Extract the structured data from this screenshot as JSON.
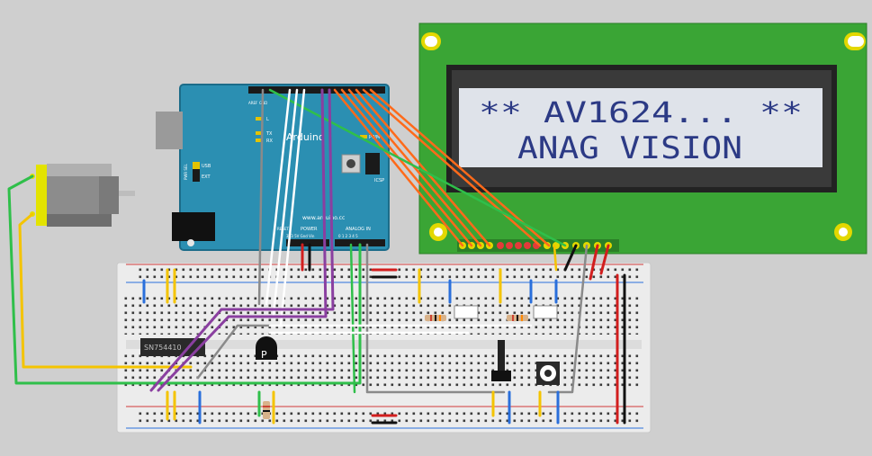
{
  "arduino": {
    "brand": "Arduino",
    "website": "www.arduino.cc",
    "labels": {
      "aref": "AREF",
      "gnd": "GND",
      "l": "L",
      "tx": "TX",
      "rx": "RX",
      "pwr_sel": "PWR SEL",
      "usb": "USB",
      "ext": "EXT",
      "pwm": "PWM",
      "icsp": "ICSP",
      "reset": "RESET",
      "power": "POWER",
      "analog_in": "ANALOG IN",
      "power_pins": "3V3 5V Gnd Vin",
      "analog_pins": "0 1 2 3 4 5"
    }
  },
  "lcd": {
    "line1": "** AV1624... **",
    "line2": "ANAG VISION",
    "colors": {
      "board": "#3aa535",
      "screen": "#dfe3ea",
      "text": "#2c3a85"
    }
  },
  "breadboard": {
    "ic_label": "SN754410",
    "transistor_label": "P"
  },
  "colors": {
    "wire_orange": "#ff6a1a",
    "wire_green": "#2fbf4a",
    "wire_yellow": "#f4c400",
    "wire_purple": "#8a3fa0",
    "wire_white": "#ffffff",
    "wire_gray": "#8a8a8a",
    "wire_red": "#d21e1e",
    "wire_black": "#111111",
    "wire_blue": "#2a6fdb"
  }
}
